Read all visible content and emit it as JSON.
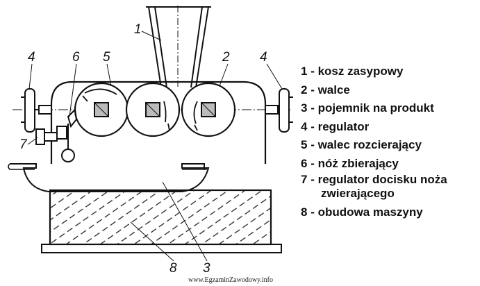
{
  "diagram": {
    "callouts": [
      "1",
      "2",
      "3",
      "4",
      "4",
      "5",
      "6",
      "7",
      "8"
    ]
  },
  "legend": [
    {
      "number": "1",
      "text": "kosz zasypowy"
    },
    {
      "number": "2",
      "text": "walce"
    },
    {
      "number": "3",
      "text": "pojemnik na produkt"
    },
    {
      "number": "4",
      "text": "regulator"
    },
    {
      "number": "5",
      "text": "walec rozcierający"
    },
    {
      "number": "6",
      "text": "nóż zbierający"
    },
    {
      "number": "7",
      "text": "regulator docisku noża",
      "text_cont": "zwierającego"
    },
    {
      "number": "8",
      "text": "obudowa maszyny"
    }
  ],
  "watermark": "www.EgzaminZawodowy.info"
}
